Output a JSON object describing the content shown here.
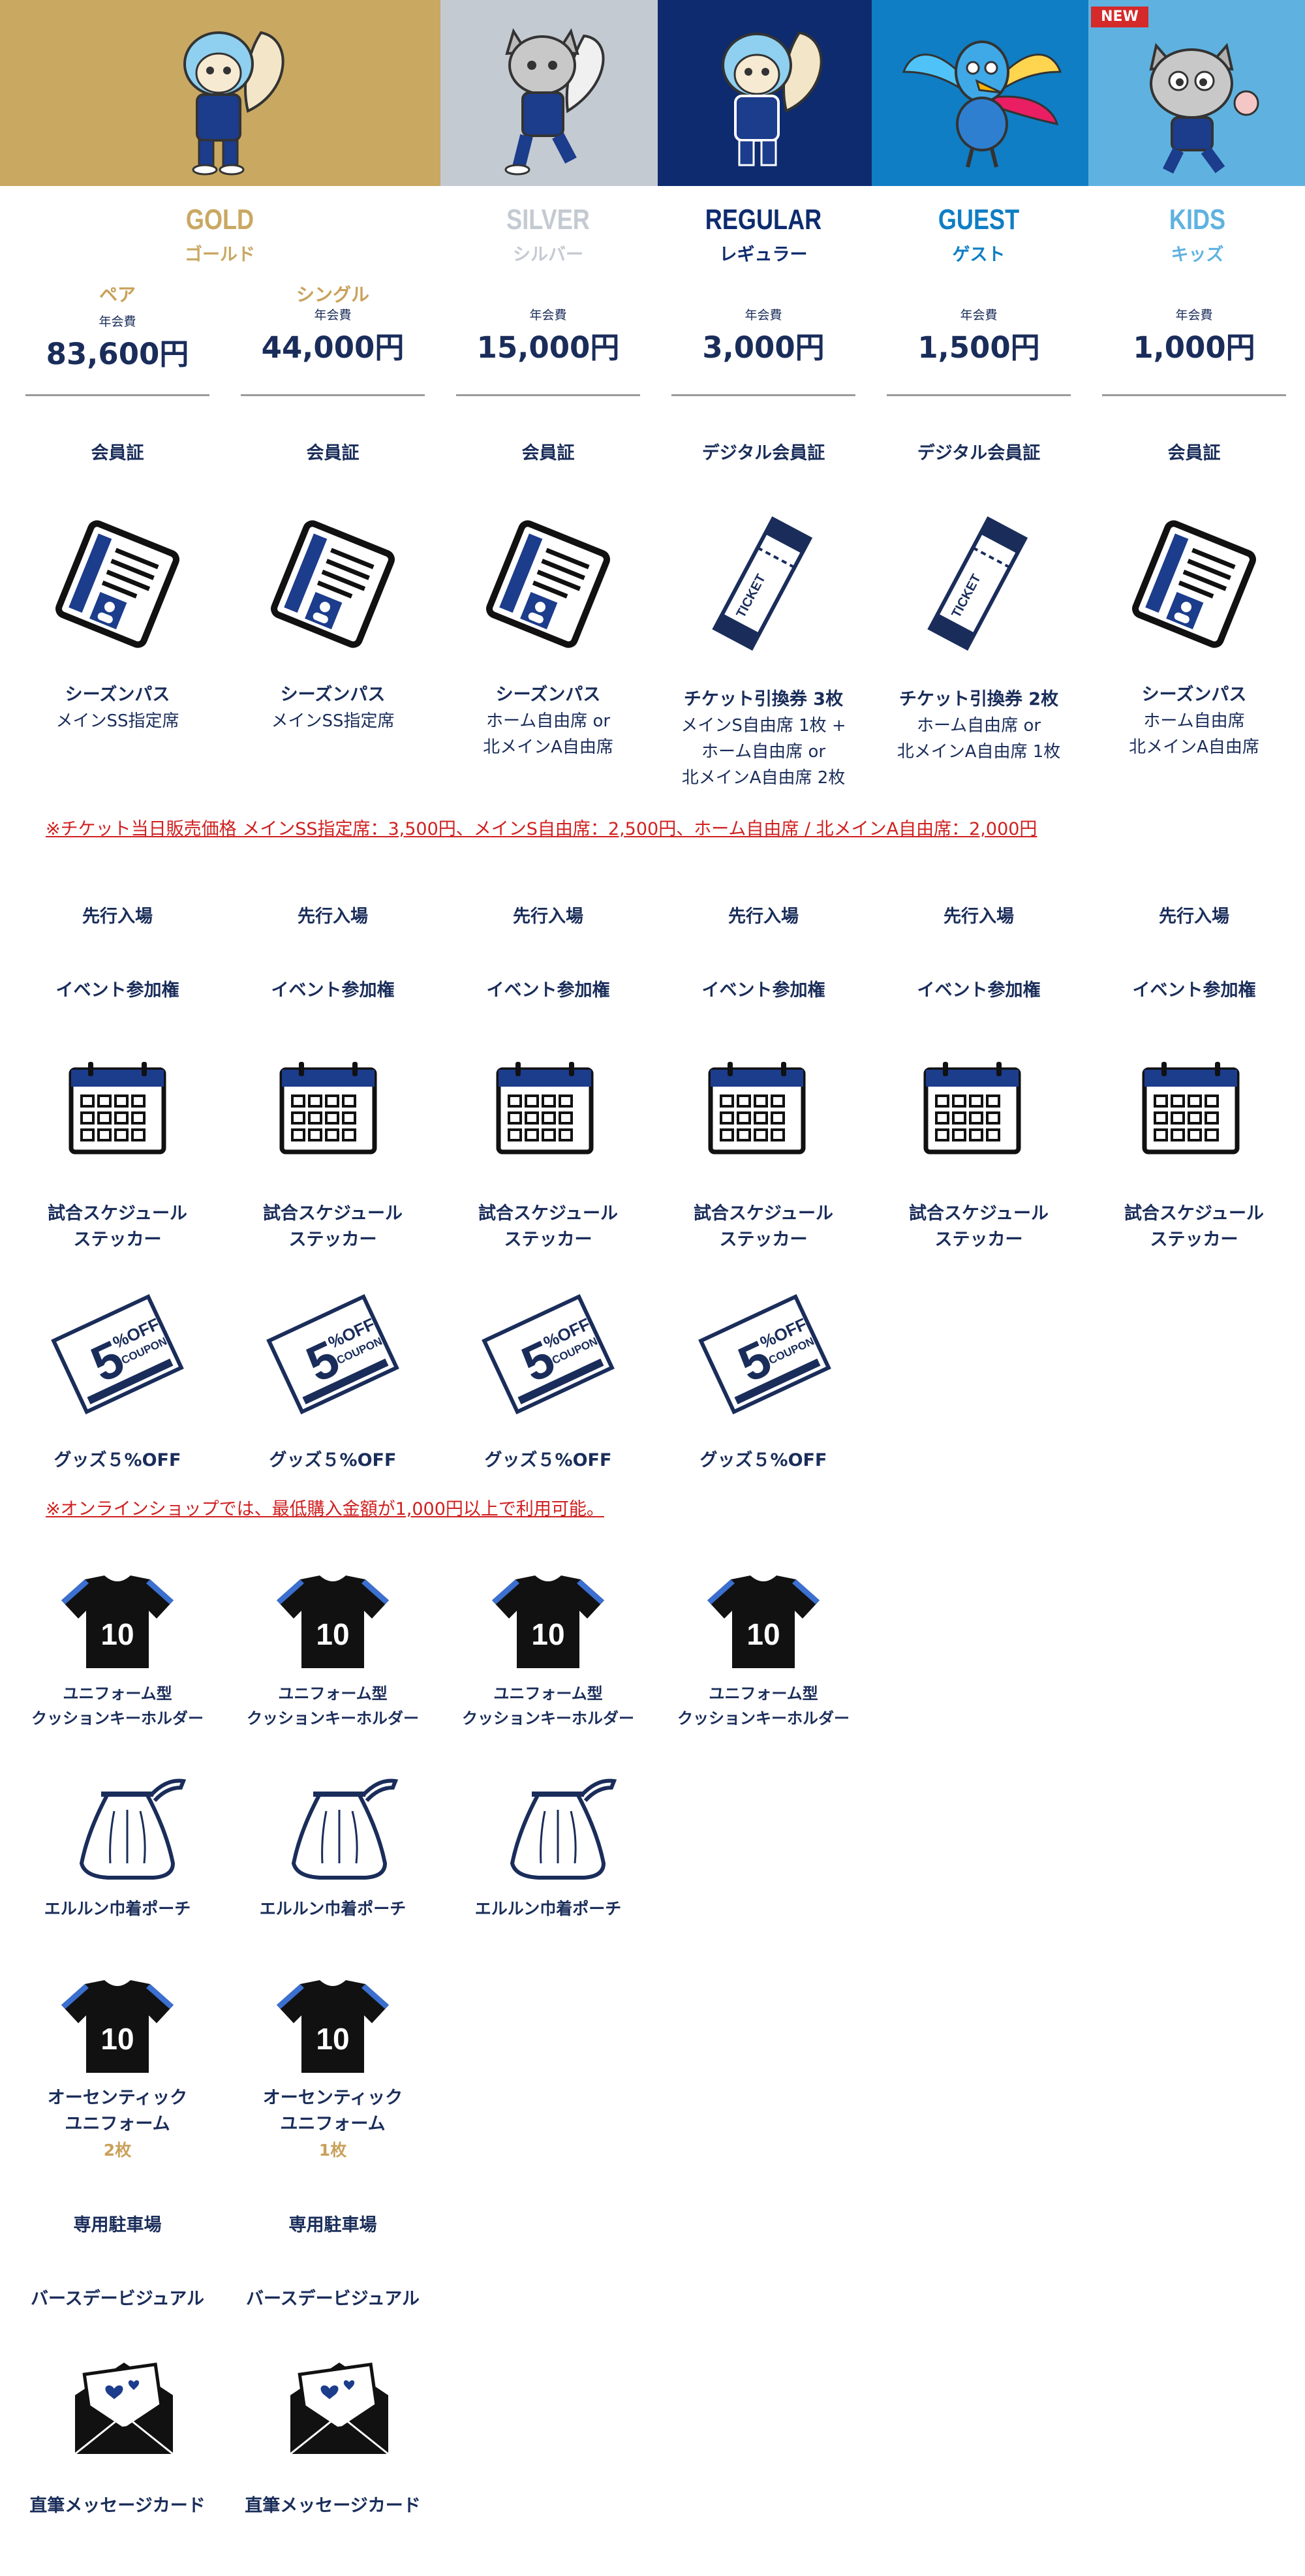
{
  "colors": {
    "gold": "#c9a862",
    "silver": "#c4cad2",
    "regular": "#0d2b6e",
    "guest": "#0f7ec4",
    "kids": "#5fb2e0",
    "navy": "#1a2d5a",
    "red": "#d02020"
  },
  "badge": "NEW",
  "tiers": [
    {
      "key": "gold",
      "name": "GOLD",
      "kana": "ゴールド"
    },
    {
      "key": "silver",
      "name": "SILVER",
      "kana": "シルバー"
    },
    {
      "key": "regular",
      "name": "REGULAR",
      "kana": "レギュラー"
    },
    {
      "key": "guest",
      "name": "GUEST",
      "kana": "ゲスト"
    },
    {
      "key": "kids",
      "name": "KIDS",
      "kana": "キッズ"
    }
  ],
  "plans": [
    {
      "sub": "ペア",
      "fee_label": "年会費",
      "fee": "83,600円"
    },
    {
      "sub": "シングル",
      "fee_label": "年会費",
      "fee": "44,000円"
    },
    {
      "sub": "",
      "fee_label": "年会費",
      "fee": "15,000円"
    },
    {
      "sub": "",
      "fee_label": "年会費",
      "fee": "3,000円"
    },
    {
      "sub": "",
      "fee_label": "年会費",
      "fee": "1,500円"
    },
    {
      "sub": "",
      "fee_label": "年会費",
      "fee": "1,000円"
    }
  ],
  "card_type": [
    "会員証",
    "会員証",
    "会員証",
    "デジタル会員証",
    "デジタル会員証",
    "会員証"
  ],
  "pass": [
    {
      "title": "シーズンパス",
      "lines": [
        "メインSS指定席"
      ]
    },
    {
      "title": "シーズンパス",
      "lines": [
        "メインSS指定席"
      ]
    },
    {
      "title": "シーズンパス",
      "lines": [
        "ホーム自由席 or",
        "北メインA自由席"
      ]
    },
    {
      "title": "チケット引換券 3枚",
      "lines": [
        "メインS自由席 1枚 +",
        "ホーム自由席 or",
        "北メインA自由席 2枚"
      ]
    },
    {
      "title": "チケット引換券 2枚",
      "lines": [
        "ホーム自由席 or",
        "北メインA自由席 1枚"
      ]
    },
    {
      "title": "シーズンパス",
      "lines": [
        "ホーム自由席",
        "北メインA自由席"
      ]
    }
  ],
  "ticket_text": "TICKET",
  "note_ticket": "※チケット当日販売価格 メインSS指定席：3,500円、メインS自由席：2,500円、ホーム自由席 / 北メインA自由席：2,000円",
  "early_entry": "先行入場",
  "event": "イベント参加権",
  "schedule": [
    "試合スケジュール",
    "ステッカー"
  ],
  "coupon": {
    "pct": "5",
    "off": "%OFF",
    "word": "COUPON",
    "label": "グッズ５%OFF"
  },
  "note_shop": "※オンラインショップでは、最低購入金額が1,000円以上で利用可能。",
  "shirt_number": "10",
  "keyholder": [
    "ユニフォーム型",
    "クッションキーホルダー"
  ],
  "pouch": "エルルン巾着ポーチ",
  "authentic": {
    "lines": [
      "オーセンティック",
      "ユニフォーム"
    ],
    "counts": [
      "2枚",
      "1枚"
    ]
  },
  "parking": "専用駐車場",
  "birthday": "バースデービジュアル",
  "message_card": "直筆メッセージカード"
}
